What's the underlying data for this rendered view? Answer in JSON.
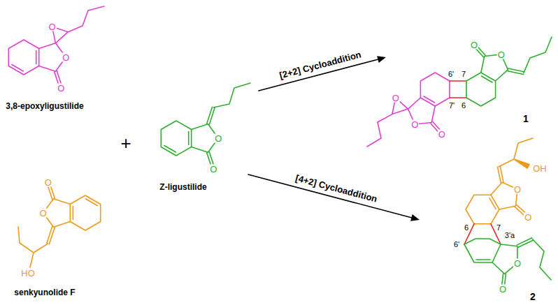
{
  "diagram": {
    "labels": [
      "O",
      "O",
      "O",
      "3,8-epoxyligustilide",
      "[2+2] Cycloaddition",
      "O",
      "O",
      "6'",
      "7",
      "7'",
      "6",
      "O",
      "O",
      "O",
      "1",
      "+",
      "O",
      "O",
      "Z-ligustilide",
      "O",
      "O",
      "HO",
      "senkyunolide F",
      "[4+2] Cycloaddition",
      "OH",
      "O",
      "O",
      "6",
      "7",
      "3'a",
      "6'",
      "O",
      "O",
      "2"
    ]
  }
}
